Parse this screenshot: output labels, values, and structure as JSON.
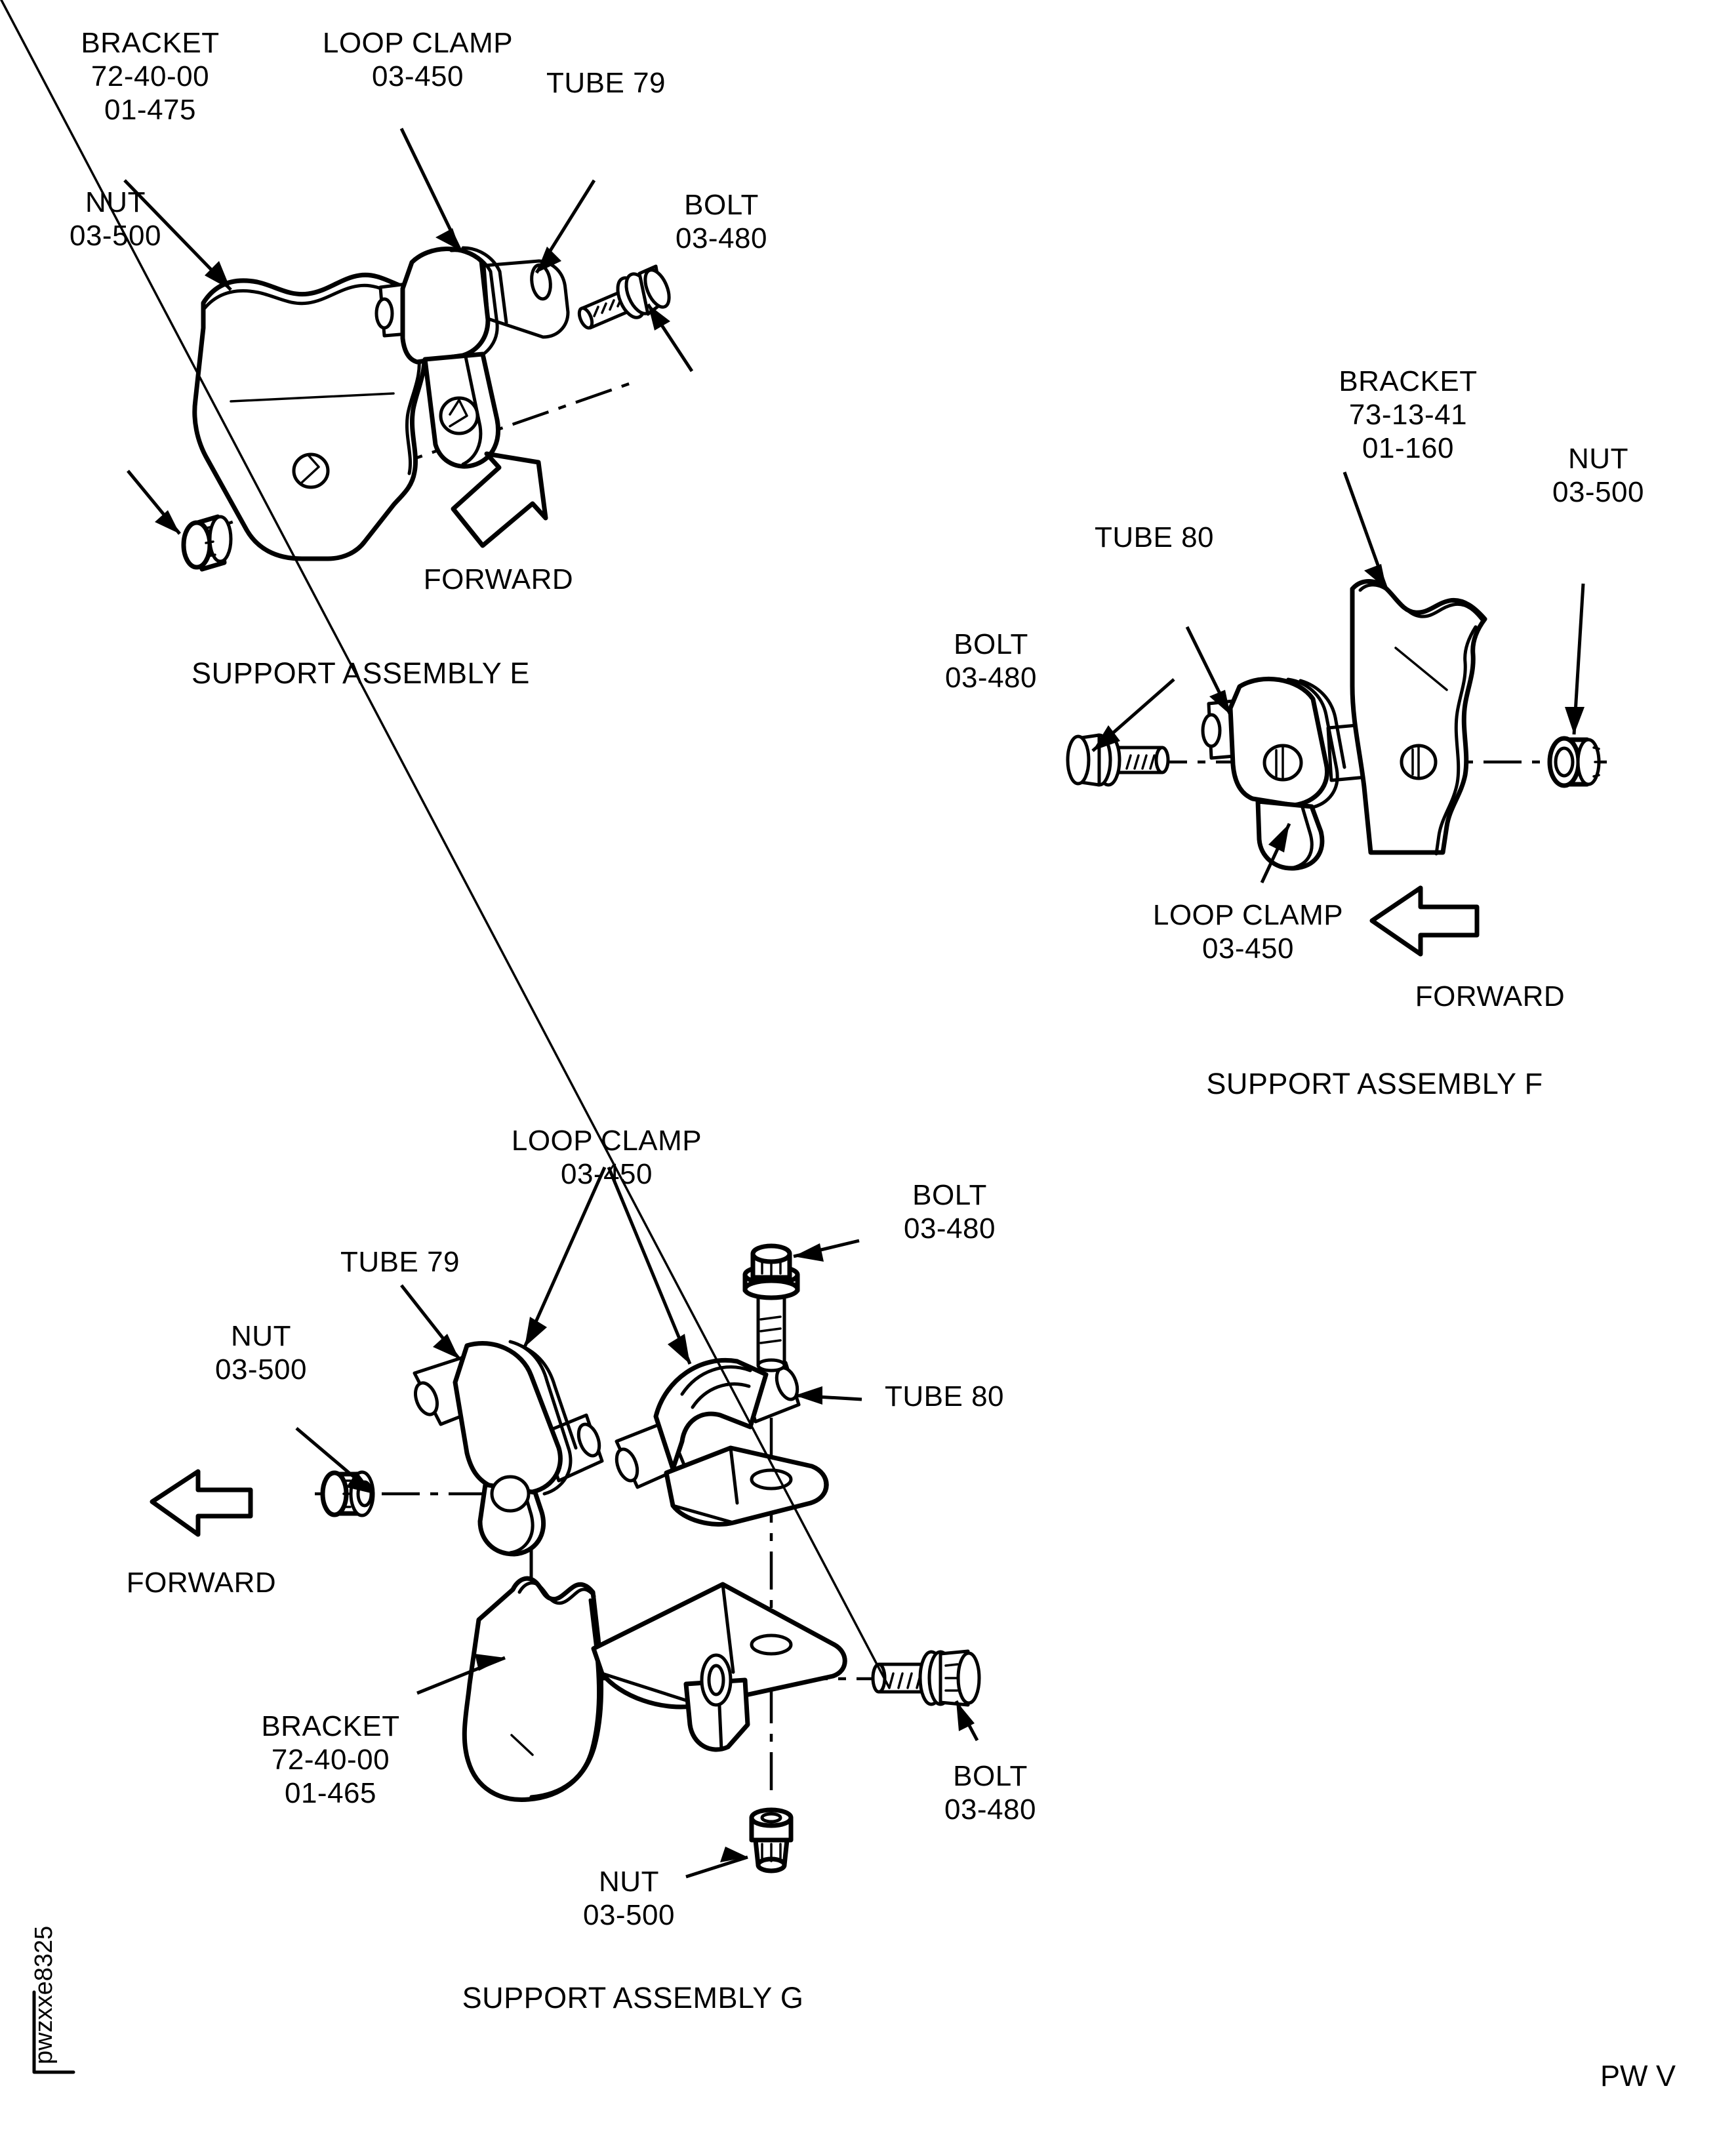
{
  "page": {
    "footer_right": "PW V",
    "figure_code": "pwzxxe8325",
    "background": "#ffffff",
    "ink": "#000000"
  },
  "assemblies": [
    {
      "id": "E",
      "title": "SUPPORT ASSEMBLY E",
      "forward_label": "FORWARD",
      "forward_direction": "up-right",
      "labels": {
        "bracket": {
          "l1": "BRACKET",
          "l2": "72-40-00",
          "l3": "01-475"
        },
        "loop_clamp": {
          "l1": "LOOP CLAMP",
          "l2": "03-450"
        },
        "tube": {
          "l1": "TUBE 79"
        },
        "bolt": {
          "l1": "BOLT",
          "l2": "03-480"
        },
        "nut": {
          "l1": "NUT",
          "l2": "03-500"
        }
      }
    },
    {
      "id": "F",
      "title": "SUPPORT ASSEMBLY F",
      "forward_label": "FORWARD",
      "forward_direction": "left",
      "labels": {
        "bracket": {
          "l1": "BRACKET",
          "l2": "73-13-41",
          "l3": "01-160"
        },
        "loop_clamp": {
          "l1": "LOOP CLAMP",
          "l2": "03-450"
        },
        "tube": {
          "l1": "TUBE 80"
        },
        "bolt": {
          "l1": "BOLT",
          "l2": "03-480"
        },
        "nut": {
          "l1": "NUT",
          "l2": "03-500"
        }
      }
    },
    {
      "id": "G",
      "title": "SUPPORT ASSEMBLY G",
      "forward_label": "FORWARD",
      "forward_direction": "left",
      "labels": {
        "loop_clamp": {
          "l1": "LOOP CLAMP",
          "l2": "03-450"
        },
        "tube_79": {
          "l1": "TUBE 79"
        },
        "tube_80": {
          "l1": "TUBE 80"
        },
        "bolt_top": {
          "l1": "BOLT",
          "l2": "03-480"
        },
        "bolt_right": {
          "l1": "BOLT",
          "l2": "03-480"
        },
        "nut_left": {
          "l1": "NUT",
          "l2": "03-500"
        },
        "nut_bottom": {
          "l1": "NUT",
          "l2": "03-500"
        },
        "bracket": {
          "l1": "BRACKET",
          "l2": "72-40-00",
          "l3": "01-465"
        }
      }
    }
  ]
}
